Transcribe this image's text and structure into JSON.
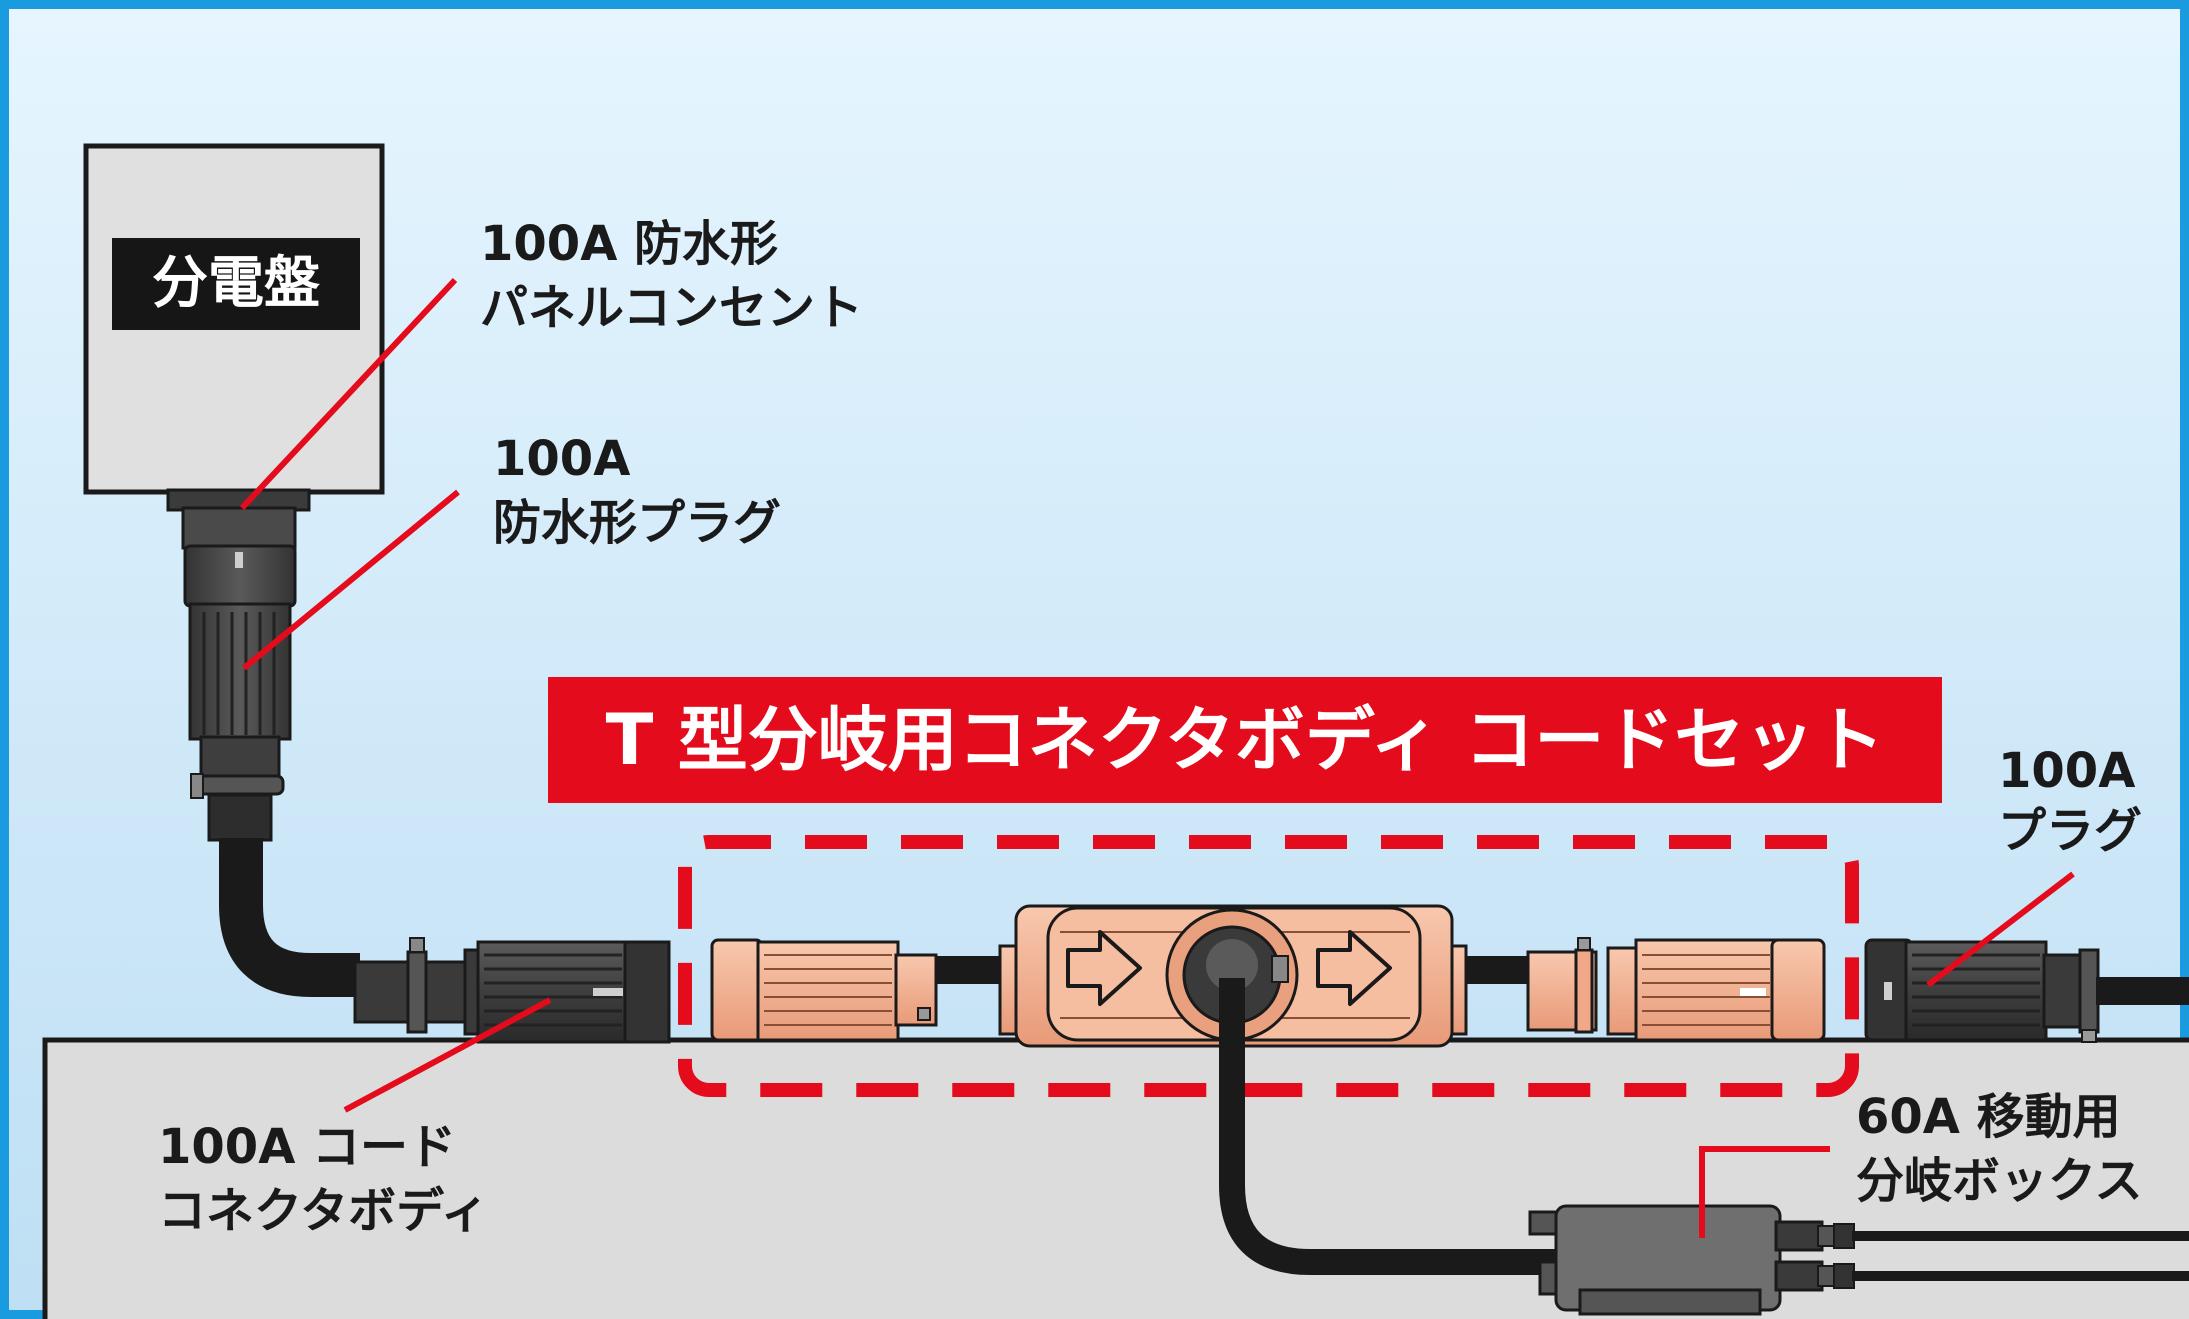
{
  "labels": {
    "distribution_panel": "分電盤",
    "panel_outlet_line1": "100A 防水形",
    "panel_outlet_line2": "パネルコンセント",
    "waterproof_plug_line1": "100A",
    "waterproof_plug_line2": "防水形プラグ",
    "banner": "T 型分岐用コネクタボディ コードセット",
    "plug_line1": "100A",
    "plug_line2": "プラグ",
    "cord_connector_line1": "100A コード",
    "cord_connector_line2": "コネクタボディ",
    "branch_box_line1": "60A 移動用",
    "branch_box_line2": "分岐ボックス"
  },
  "colors": {
    "frame": "#1a9be0",
    "sky_top": "#e6f5fe",
    "sky_bottom": "#bedff4",
    "floor": "#dcdcdc",
    "panel_body": "#e0e0e0",
    "dark_connector": "#454545",
    "salmon_connector": "#f3b190",
    "banner_red": "#e30b1c",
    "leader_red": "#e30b1c",
    "cable": "#1a1a1a"
  },
  "icons": [
    "right-arrow-icon",
    "right-arrow-icon"
  ]
}
